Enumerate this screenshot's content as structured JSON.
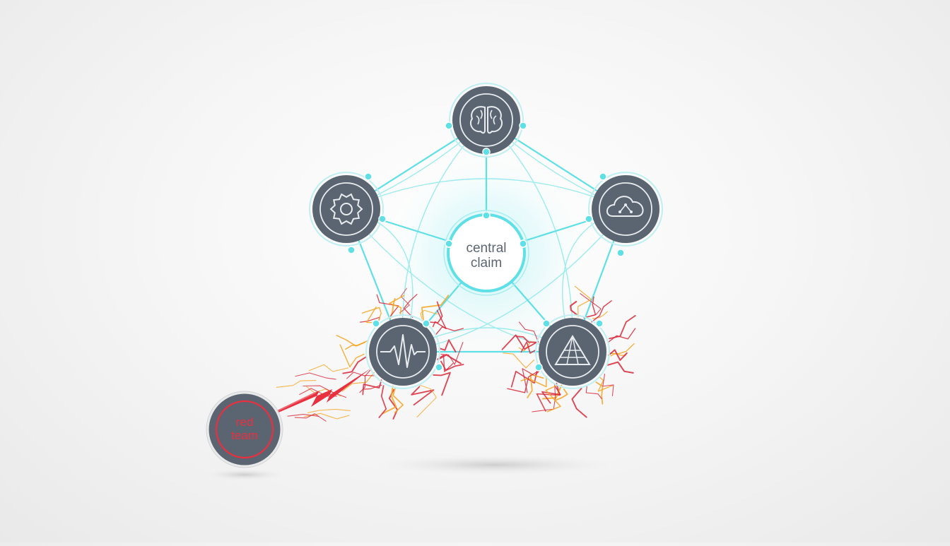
{
  "center": {
    "line1": "central",
    "line2": "claim"
  },
  "attacker": {
    "line1": "red",
    "line2": "team"
  },
  "nodes": [
    {
      "id": "top",
      "icon": "brain-icon"
    },
    {
      "id": "left",
      "icon": "gear-icon"
    },
    {
      "id": "right",
      "icon": "cloud-network-icon"
    },
    {
      "id": "bottom-left",
      "icon": "waveform-icon"
    },
    {
      "id": "bottom-right",
      "icon": "pyramid-icon"
    }
  ],
  "colors": {
    "node_fill": "#5b6572",
    "link": "#5fe0e6",
    "center_text": "#5b6572",
    "attack": "#e8303f",
    "spark_orange": "#f5a623",
    "spark_red": "#d9283a"
  }
}
